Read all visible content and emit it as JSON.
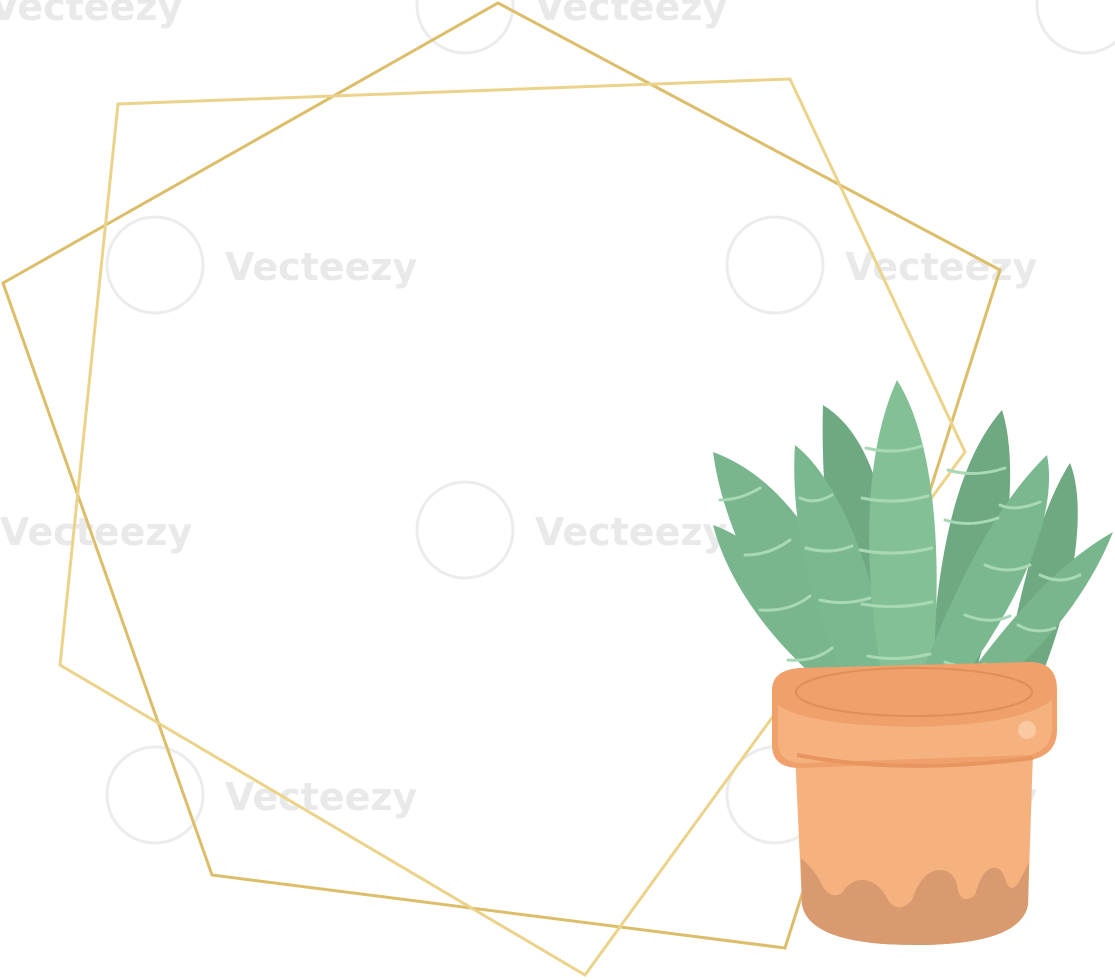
{
  "watermark": {
    "text": "Vecteezy"
  },
  "colors": {
    "background": "#ffffff",
    "frame_outer": "#dcbe6a",
    "frame_inner": "#ecd38b",
    "leaf_dark": "#6ea982",
    "leaf_mid": "#79b68d",
    "leaf_light": "#83c096",
    "leaf_stripe": "#a9d8b5",
    "pot_rim": "#f0a06a",
    "pot_body": "#f5b27f",
    "pot_bottom": "#d99a70",
    "soil": "#c9987a",
    "pebble": "#a9826a"
  },
  "icons": [
    "geometric-frame",
    "potted-succulent",
    "watermark-logo"
  ]
}
